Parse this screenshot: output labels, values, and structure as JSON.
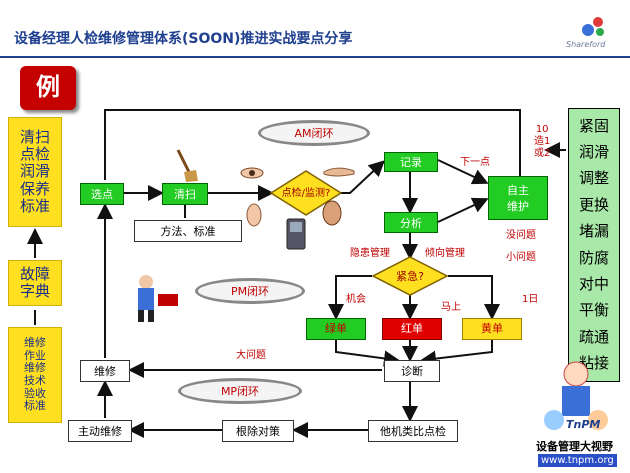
{
  "title": "设备经理人检维修管理体系(SOON)推进实战要点分享",
  "logo_text": "Shareford",
  "example_tag": "例",
  "left_boxes": {
    "clean": "清扫\n点检\n润滑\n保养\n标准",
    "fault": "故障\n字典",
    "maint": "维修\n作业\n维修\n技术\n验收\n标准"
  },
  "right_box": [
    "紧固",
    "润滑",
    "调整",
    "更换",
    "堵漏",
    "防腐",
    "对中",
    "平衡",
    "疏通",
    "粘接"
  ],
  "nodes": {
    "point": "选点",
    "clean": "清扫",
    "method": "方法、标准",
    "inspect": "点检/监测?",
    "record": "记录",
    "analysis": "分析",
    "autonomous": "自主\n维护",
    "urgent": "紧急?",
    "green_ticket": "绿单",
    "red_ticket": "红单",
    "yellow_ticket": "黄单",
    "diagnose": "诊断",
    "repair": "维修",
    "active_repair": "主动维修",
    "root_measure": "根除对策",
    "peer_inspect": "他机类比点检"
  },
  "loops": {
    "am": "AM闭环",
    "pm": "PM闭环",
    "mp": "MP闭环"
  },
  "labels": {
    "ten_make": "10\n造1\n或2",
    "next_point": "下一点",
    "hidden_mgmt": "隐患管理",
    "tendency_mgmt": "倾向管理",
    "no_problem": "没问题",
    "small_problem": "小问题",
    "chance": "机会",
    "immediate": "马上",
    "one_day": "1日",
    "big_problem": "大问题"
  },
  "brand": {
    "cn": "设备管理大视野",
    "url": "www.tnpm.org",
    "tnpm": "TnPM"
  }
}
